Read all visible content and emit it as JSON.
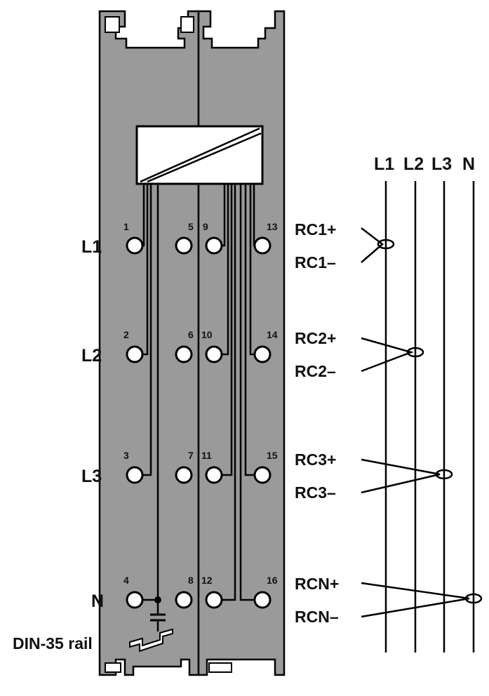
{
  "module": {
    "terminals": [
      {
        "number": "1"
      },
      {
        "number": "2"
      },
      {
        "number": "3"
      },
      {
        "number": "4"
      },
      {
        "number": "5"
      },
      {
        "number": "6"
      },
      {
        "number": "7"
      },
      {
        "number": "8"
      },
      {
        "number": "9"
      },
      {
        "number": "10"
      },
      {
        "number": "11"
      },
      {
        "number": "12"
      },
      {
        "number": "13"
      },
      {
        "number": "14"
      },
      {
        "number": "15"
      },
      {
        "number": "16"
      }
    ],
    "left_labels": {
      "l1": "L1",
      "l2": "L2",
      "l3": "L3",
      "n": "N"
    },
    "rail_label": "DIN-35 rail"
  },
  "sensors": {
    "rc1_plus": "RC1+",
    "rc1_minus": "RC1–",
    "rc2_plus": "RC2+",
    "rc2_minus": "RC2–",
    "rc3_plus": "RC3+",
    "rc3_minus": "RC3–",
    "rcn_plus": "RCN+",
    "rcn_minus": "RCN–"
  },
  "lines": {
    "l1": "L1",
    "l2": "L2",
    "l3": "L3",
    "n": "N"
  },
  "colors": {
    "housing": "#9a9a9a",
    "wire": "#000000",
    "terminal": "#ffffff"
  }
}
